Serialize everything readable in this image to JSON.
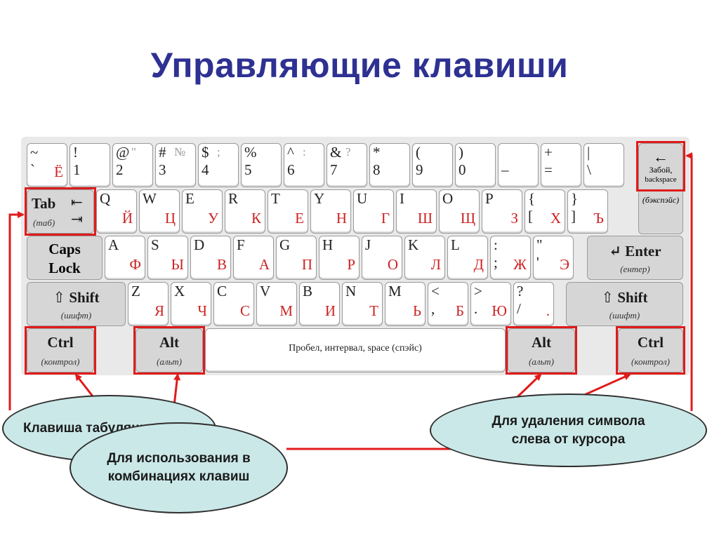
{
  "title": "Управляющие клавиши",
  "keyboard": {
    "row1": [
      {
        "tl": "~",
        "bl": "`",
        "tr": "",
        "bc": "",
        "br": "Ё"
      },
      {
        "tl": "!",
        "bl": "1",
        "tr": "",
        "bc": "",
        "br": ""
      },
      {
        "tl": "@",
        "bl": "2",
        "tr": "\"",
        "bc": "",
        "br": ""
      },
      {
        "tl": "#",
        "bl": "3",
        "tr": "№",
        "bc": "",
        "br": ""
      },
      {
        "tl": "$",
        "bl": "4",
        "tr": ";",
        "bc": "",
        "br": ""
      },
      {
        "tl": "%",
        "bl": "5",
        "tr": "",
        "bc": "",
        "br": ""
      },
      {
        "tl": "^",
        "bl": "6",
        "tr": ":",
        "bc": "",
        "br": ""
      },
      {
        "tl": "&",
        "bl": "7",
        "tr": "?",
        "bc": "",
        "br": ""
      },
      {
        "tl": "*",
        "bl": "8",
        "tr": "",
        "bc": "",
        "br": ""
      },
      {
        "tl": "(",
        "bl": "9",
        "tr": "",
        "bc": "",
        "br": ""
      },
      {
        "tl": ")",
        "bl": "0",
        "tr": "",
        "bc": "",
        "br": ""
      },
      {
        "tl": "",
        "bl": "–",
        "tr": "",
        "bc": "",
        "br": ""
      },
      {
        "tl": "+",
        "bl": "=",
        "tr": "",
        "bc": "",
        "br": ""
      },
      {
        "tl": "|",
        "bl": "\\",
        "tr": "",
        "bc": "",
        "br": ""
      }
    ],
    "row2": [
      {
        "tl": "Q",
        "bc": "",
        "br": "Й"
      },
      {
        "tl": "W",
        "bc": "",
        "br": "Ц"
      },
      {
        "tl": "E",
        "bc": "",
        "br": "У"
      },
      {
        "tl": "R",
        "bc": "",
        "br": "К"
      },
      {
        "tl": "T",
        "bc": "",
        "br": "Е"
      },
      {
        "tl": "Y",
        "bc": "",
        "br": "Н"
      },
      {
        "tl": "U",
        "bc": "",
        "br": "Г"
      },
      {
        "tl": "I",
        "bc": "",
        "br": "Ш"
      },
      {
        "tl": "O",
        "bc": "",
        "br": "Щ"
      },
      {
        "tl": "P",
        "bc": "",
        "br": "З"
      },
      {
        "tl": "{",
        "bl": "[",
        "bc": "",
        "br": "Х"
      },
      {
        "tl": "}",
        "bl": "]",
        "bc": "",
        "br": "Ъ"
      }
    ],
    "row3": [
      {
        "tl": "A",
        "bc": "",
        "br": "Ф"
      },
      {
        "tl": "S",
        "bc": "",
        "br": "Ы"
      },
      {
        "tl": "D",
        "bc": "",
        "br": "В"
      },
      {
        "tl": "F",
        "bc": "",
        "br": "А"
      },
      {
        "tl": "G",
        "bc": "",
        "br": "П"
      },
      {
        "tl": "H",
        "bc": "",
        "br": "Р"
      },
      {
        "tl": "J",
        "bc": "",
        "br": "О"
      },
      {
        "tl": "K",
        "bc": "",
        "br": "Л"
      },
      {
        "tl": "L",
        "bc": "",
        "br": "Д"
      },
      {
        "tl": ":",
        "bl": ";",
        "bc": "",
        "br": "Ж"
      },
      {
        "tl": "\"",
        "bl": "'",
        "bc": "",
        "br": "Э"
      }
    ],
    "row4": [
      {
        "tl": "Z",
        "bc": "",
        "br": "Я"
      },
      {
        "tl": "X",
        "bc": "",
        "br": "Ч"
      },
      {
        "tl": "C",
        "bc": "",
        "br": "С"
      },
      {
        "tl": "V",
        "bc": "",
        "br": "М"
      },
      {
        "tl": "B",
        "bc": "",
        "br": "И"
      },
      {
        "tl": "N",
        "bc": "",
        "br": "Т"
      },
      {
        "tl": "M",
        "bc": "",
        "br": "Ь"
      },
      {
        "tl": "<",
        "bl": ",",
        "bc": "",
        "br": "Б"
      },
      {
        "tl": ">",
        "bl": ".",
        "bc": "",
        "br": "Ю"
      },
      {
        "tl": "?",
        "bl": "/",
        "bc": "",
        "br": "."
      }
    ],
    "tab": {
      "label": "Tab",
      "sub": "(таб)"
    },
    "backspace": {
      "label": "Забой,",
      "label2": "backspace",
      "sub": "(бэкспэйс)"
    },
    "caps": {
      "label": "Caps",
      "label2": "Lock"
    },
    "enter": {
      "label": "↵ Enter",
      "sub": "(ентер)"
    },
    "shift_left": {
      "label": "⇧ Shift",
      "sub": "(шифт)"
    },
    "shift_right": {
      "label": "⇧ Shift",
      "sub": "(шифт)"
    },
    "ctrl_left": {
      "label": "Ctrl",
      "sub": "(контрол)"
    },
    "alt_left": {
      "label": "Alt",
      "sub": "(альт)"
    },
    "space": {
      "label": "Пробел, интервал, space (спэйс)"
    },
    "alt_right": {
      "label": "Alt",
      "sub": "(альт)"
    },
    "ctrl_right": {
      "label": "Ctrl",
      "sub": "(контрол)"
    }
  },
  "callouts": {
    "tab_text": "Клавиша табуляции",
    "combo_line1": "Для использования в",
    "combo_line2": "комбинациях клавиш",
    "backspace_line1": "Для удаления символа",
    "backspace_line2": "слева от курсора"
  },
  "colors": {
    "title": "#2e3192",
    "highlight": "#e01b1b",
    "callout_fill": "#cbe8e8",
    "cyrillic": "#cc2222"
  }
}
